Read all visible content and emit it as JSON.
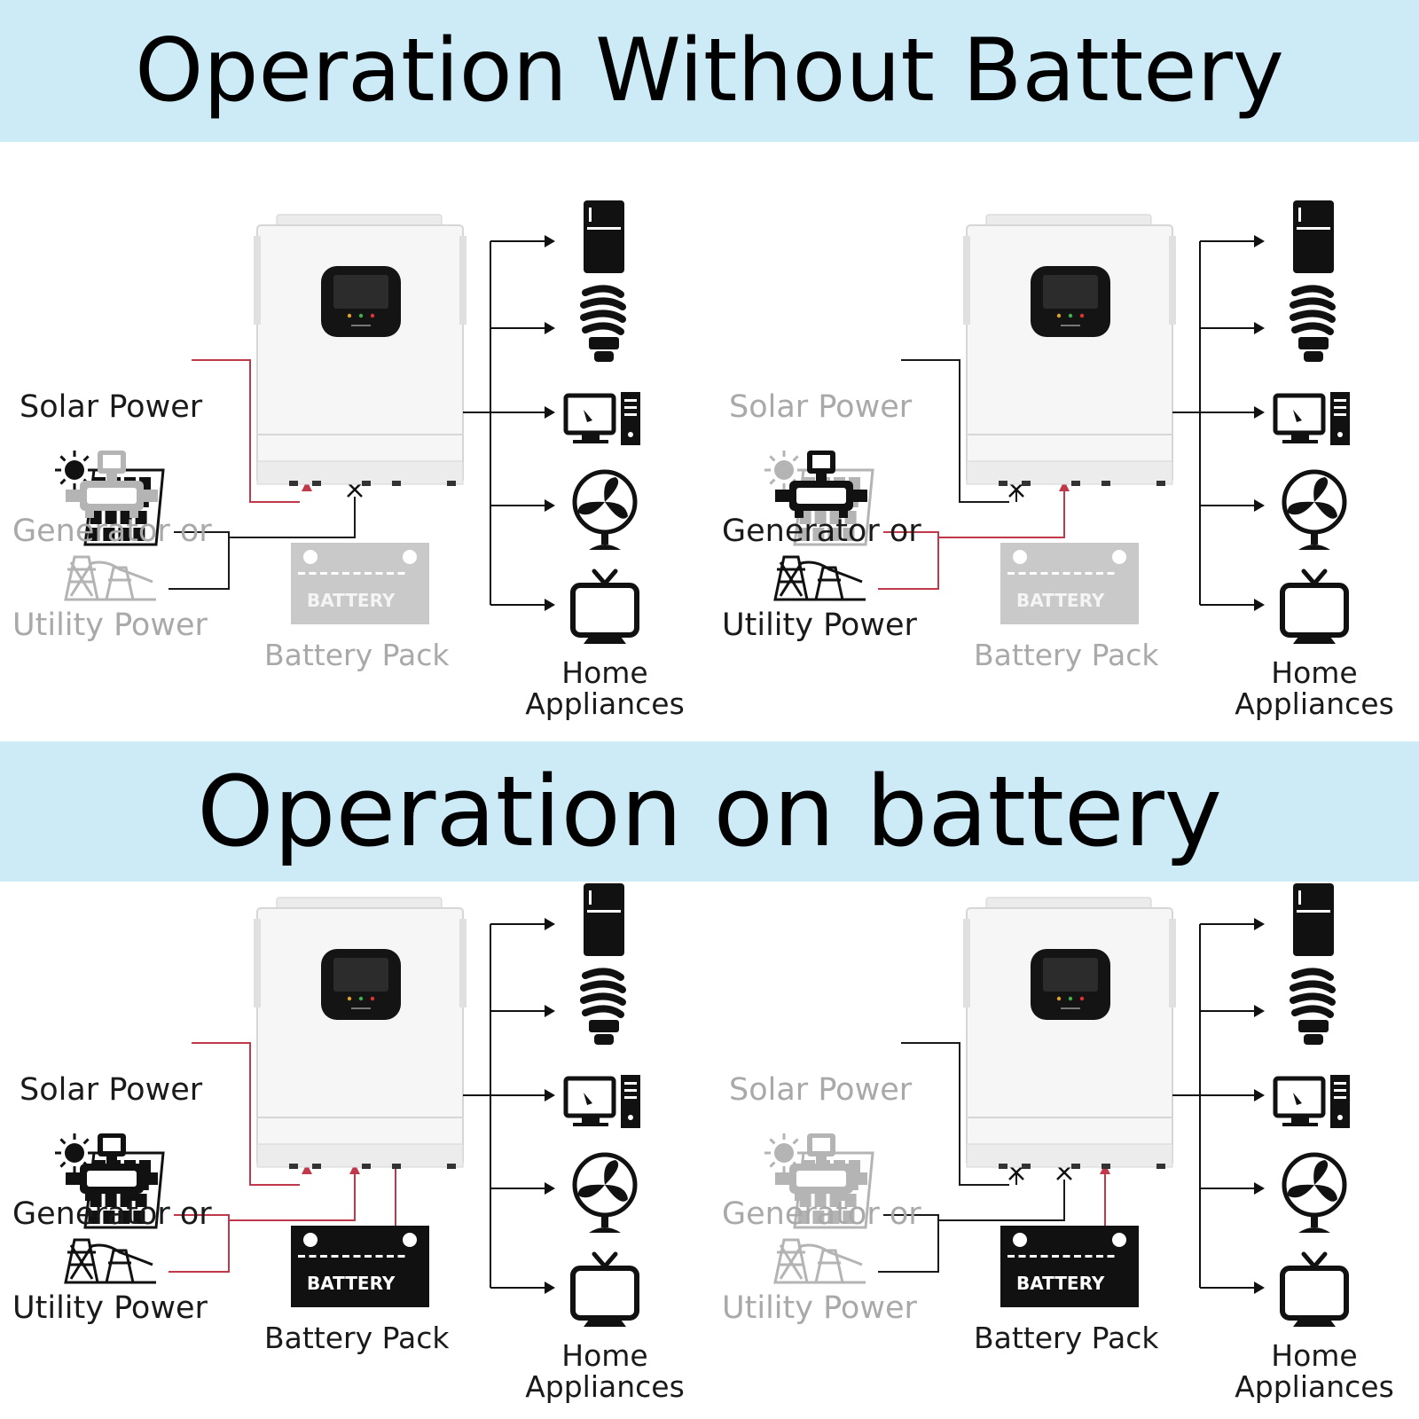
{
  "banners": {
    "top": "Operation Without Battery",
    "bottom": "Operation on battery"
  },
  "labels": {
    "solar": "Solar Power",
    "generator": "Generator or",
    "utility": "Utility Power",
    "battery_pack": "Battery Pack",
    "battery_text": "BATTERY",
    "home_line1": "Home",
    "home_line2": "Appliances"
  },
  "colors": {
    "active_line": "#c0394a",
    "inactive_line": "#1a1a1a",
    "banner_bg": "#cdeaf7",
    "muted": "#a9a9a9"
  },
  "scenarios": [
    {
      "position": "top-left",
      "solar": "active",
      "grid": "inactive",
      "battery": "inactive"
    },
    {
      "position": "top-right",
      "solar": "inactive",
      "grid": "active",
      "battery": "inactive"
    },
    {
      "position": "bottom-left",
      "solar": "active",
      "grid": "active",
      "battery": "charging"
    },
    {
      "position": "bottom-right",
      "solar": "inactive",
      "grid": "inactive",
      "battery": "discharging"
    }
  ],
  "appliances": [
    "fridge-icon",
    "bulb-icon",
    "computer-icon",
    "fan-icon",
    "tv-icon"
  ]
}
